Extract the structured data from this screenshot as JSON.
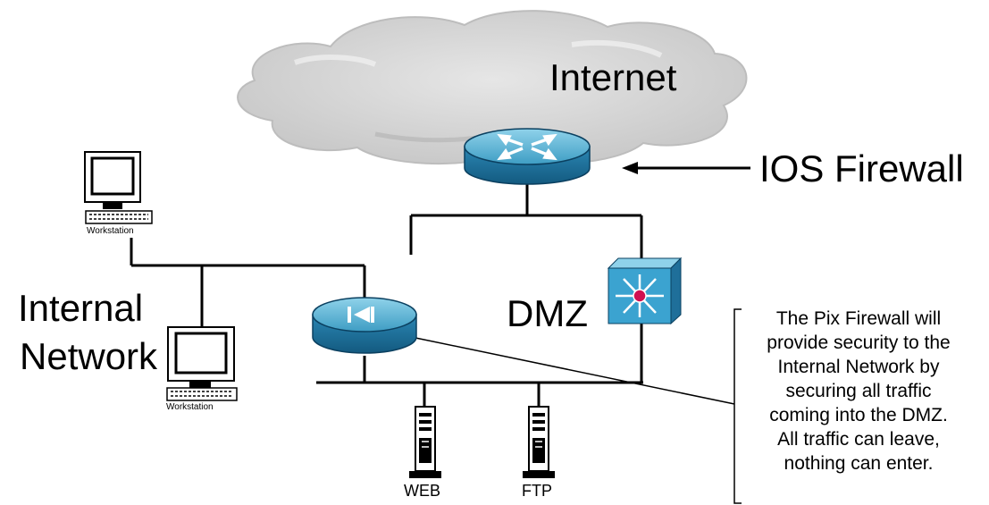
{
  "labels": {
    "internet": "Internet",
    "ios_firewall": "IOS Firewall",
    "internal_line1": "Internal",
    "internal_line2": "Network",
    "dmz": "DMZ",
    "workstation_top": "Workstation",
    "workstation_bottom": "Workstation",
    "web": "WEB",
    "ftp": "FTP"
  },
  "callout": {
    "lines": [
      "The Pix Firewall will",
      "provide security to the",
      "Internal Network by",
      "securing all traffic",
      "coming into the DMZ.",
      "All traffic can leave,",
      "nothing can enter."
    ]
  },
  "colors": {
    "cloud": "#d6d6d6",
    "device_top": "#5fb8d6",
    "device_side": "#1f6f9a",
    "switch": "#3ba3d0",
    "switch_center": "#d01050"
  },
  "icons": [
    "cloud-icon",
    "router-icon",
    "pix-firewall-icon",
    "multilayer-switch-icon",
    "workstation-icon",
    "server-icon"
  ]
}
